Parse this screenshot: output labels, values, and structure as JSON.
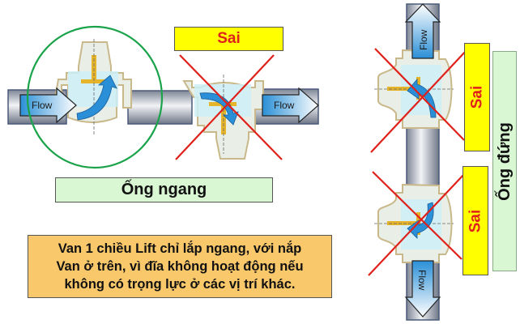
{
  "horizontal": {
    "wrong_label": "Sai",
    "section_label": "Ống ngang",
    "flow_left": "Flow",
    "flow_right": "Flow"
  },
  "vertical": {
    "wrong_label_top": "Sai",
    "wrong_label_bottom": "Sai",
    "section_label": "Ống đứng",
    "flow_top": "Flow",
    "flow_bottom": "Flow"
  },
  "note": {
    "line1": "Van 1 chiều Lift chỉ lắp ngang, với nắp",
    "line2": "Van ở trên, vì đĩa không hoạt động nếu",
    "line3": "không có trọng lực ở các vị trí khác."
  },
  "colors": {
    "wrong_cross": "#e0201a",
    "correct_circle": "#1aa34a",
    "sai_box": "#ffff00",
    "note_box": "#f9c86b",
    "label_box": "#d9f7d3",
    "flow_arrow": "#2a8fd6"
  }
}
